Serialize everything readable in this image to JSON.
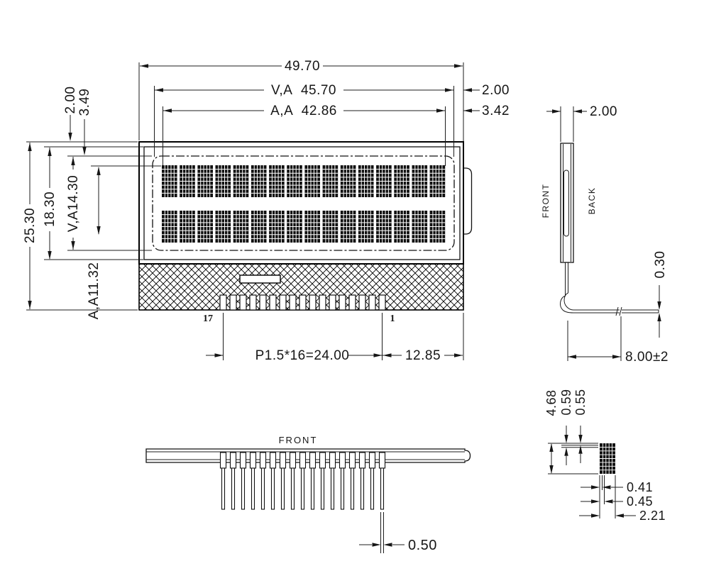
{
  "drawing": {
    "front_view": {
      "dim_total_width": "49.70",
      "dim_va_width": "V,A  45.70",
      "dim_aa_width": "A,A  42.86",
      "dim_margin_right_top": "2.00",
      "dim_margin_right_bottom": "3.42",
      "dim_margin_left_a": "2.00",
      "dim_margin_left_b": "3.49",
      "dim_total_height": "25.30",
      "dim_bezel_height": "18.30",
      "dim_va_height": "V,A14.30",
      "dim_aa_height": "A,A11.32",
      "pin_label_17": "17",
      "pin_label_1": "1",
      "dim_pin_pitch": "P1.5*16=24.00",
      "dim_pin_edge": "12.85"
    },
    "side_view": {
      "dim_thickness": "2.00",
      "label_front": "FRONT",
      "label_back": "BACK",
      "dim_lead_thickness": "0.30",
      "dim_lead_length": "8.00±2"
    },
    "bottom_view": {
      "label_front": "FRONT",
      "dim_lead_width": "0.50"
    },
    "dot_detail": {
      "dim_char_height": "4.68",
      "dim_dot_pitch_v": "0.59",
      "dim_dot_size_v": "0.55",
      "dim_dot_size_h": "0.41",
      "dim_dot_pitch_h": "0.45",
      "dim_char_width": "2.21"
    }
  }
}
